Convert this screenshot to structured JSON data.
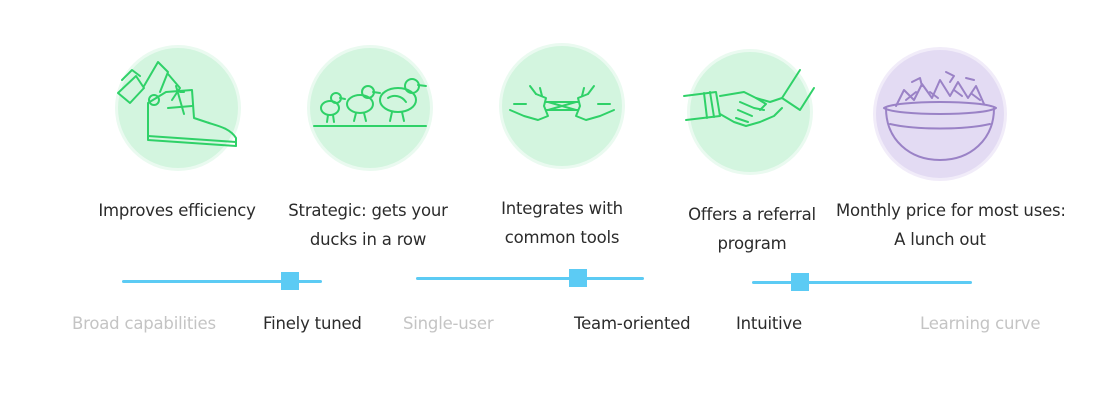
{
  "features": [
    {
      "icon": "boot-with-money-icon",
      "caption_lines": [
        "Improves efficiency"
      ]
    },
    {
      "icon": "ducks-in-a-row-icon",
      "caption_lines": [
        "Strategic: gets your",
        "ducks in a row"
      ]
    },
    {
      "icon": "integrating-hands-icon",
      "caption_lines": [
        "Integrates with",
        "common tools"
      ]
    },
    {
      "icon": "handshake-icon",
      "caption_lines": [
        "Offers a referral",
        "program"
      ]
    },
    {
      "icon": "salad-bowl-icon",
      "caption_lines": [
        "Monthly price for most uses:",
        "A lunch out"
      ]
    }
  ],
  "sliders": [
    {
      "left_label": "Broad capabilities",
      "right_label": "Finely tuned",
      "value": 0.84,
      "active_side": "right"
    },
    {
      "left_label": "Single-user",
      "right_label": "Team-oriented",
      "value": 0.71,
      "active_side": "right"
    },
    {
      "left_label": "Intuitive",
      "right_label": "Learning curve",
      "value": 0.22,
      "active_side": "left"
    }
  ],
  "colors": {
    "icon_green": "#2fd168",
    "circle_green": "#d3f5df",
    "icon_purple": "#9a82c6",
    "circle_purple": "#e3dbf3",
    "slider_blue": "#5ccbf4",
    "active_text": "#2b2b2b",
    "inactive_text": "#c4c4c4"
  }
}
